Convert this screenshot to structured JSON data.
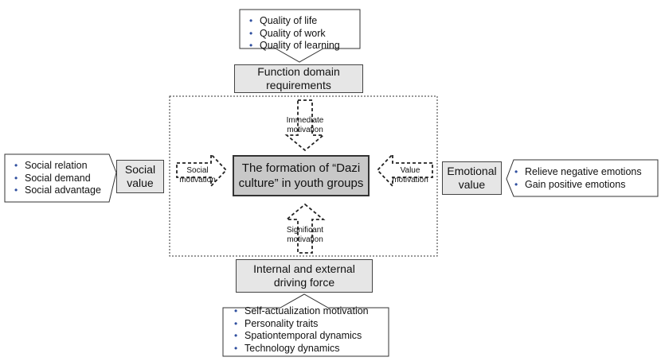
{
  "top": {
    "list": [
      "Quality of life",
      "Quality of work",
      "Quality of learning"
    ],
    "label_line1": "Function domain",
    "label_line2": "requirements"
  },
  "center": {
    "line1": "The formation of “Dazi",
    "line2": "culture” in youth groups"
  },
  "left": {
    "list": [
      "Social relation",
      "Social demand",
      "Social advantage"
    ],
    "label_line1": "Social",
    "label_line2": "value"
  },
  "right": {
    "label_line1": "Emotional",
    "label_line2": "value",
    "list": [
      "Relieve negative emotions",
      "Gain positive emotions"
    ]
  },
  "bottom": {
    "label_line1": "Internal and external",
    "label_line2": "driving force",
    "list": [
      "Self-actualization motivation",
      "Personality traits",
      "Spationtemporal dynamics",
      "Technology dynamics"
    ]
  },
  "motivations": {
    "immediate_1": "Immediate",
    "immediate_2": "motivation",
    "social_1": "Social",
    "social_2": "motivation",
    "value_1": "Value",
    "value_2": "motivation",
    "significant_1": "Significant",
    "significant_2": "motivation"
  }
}
